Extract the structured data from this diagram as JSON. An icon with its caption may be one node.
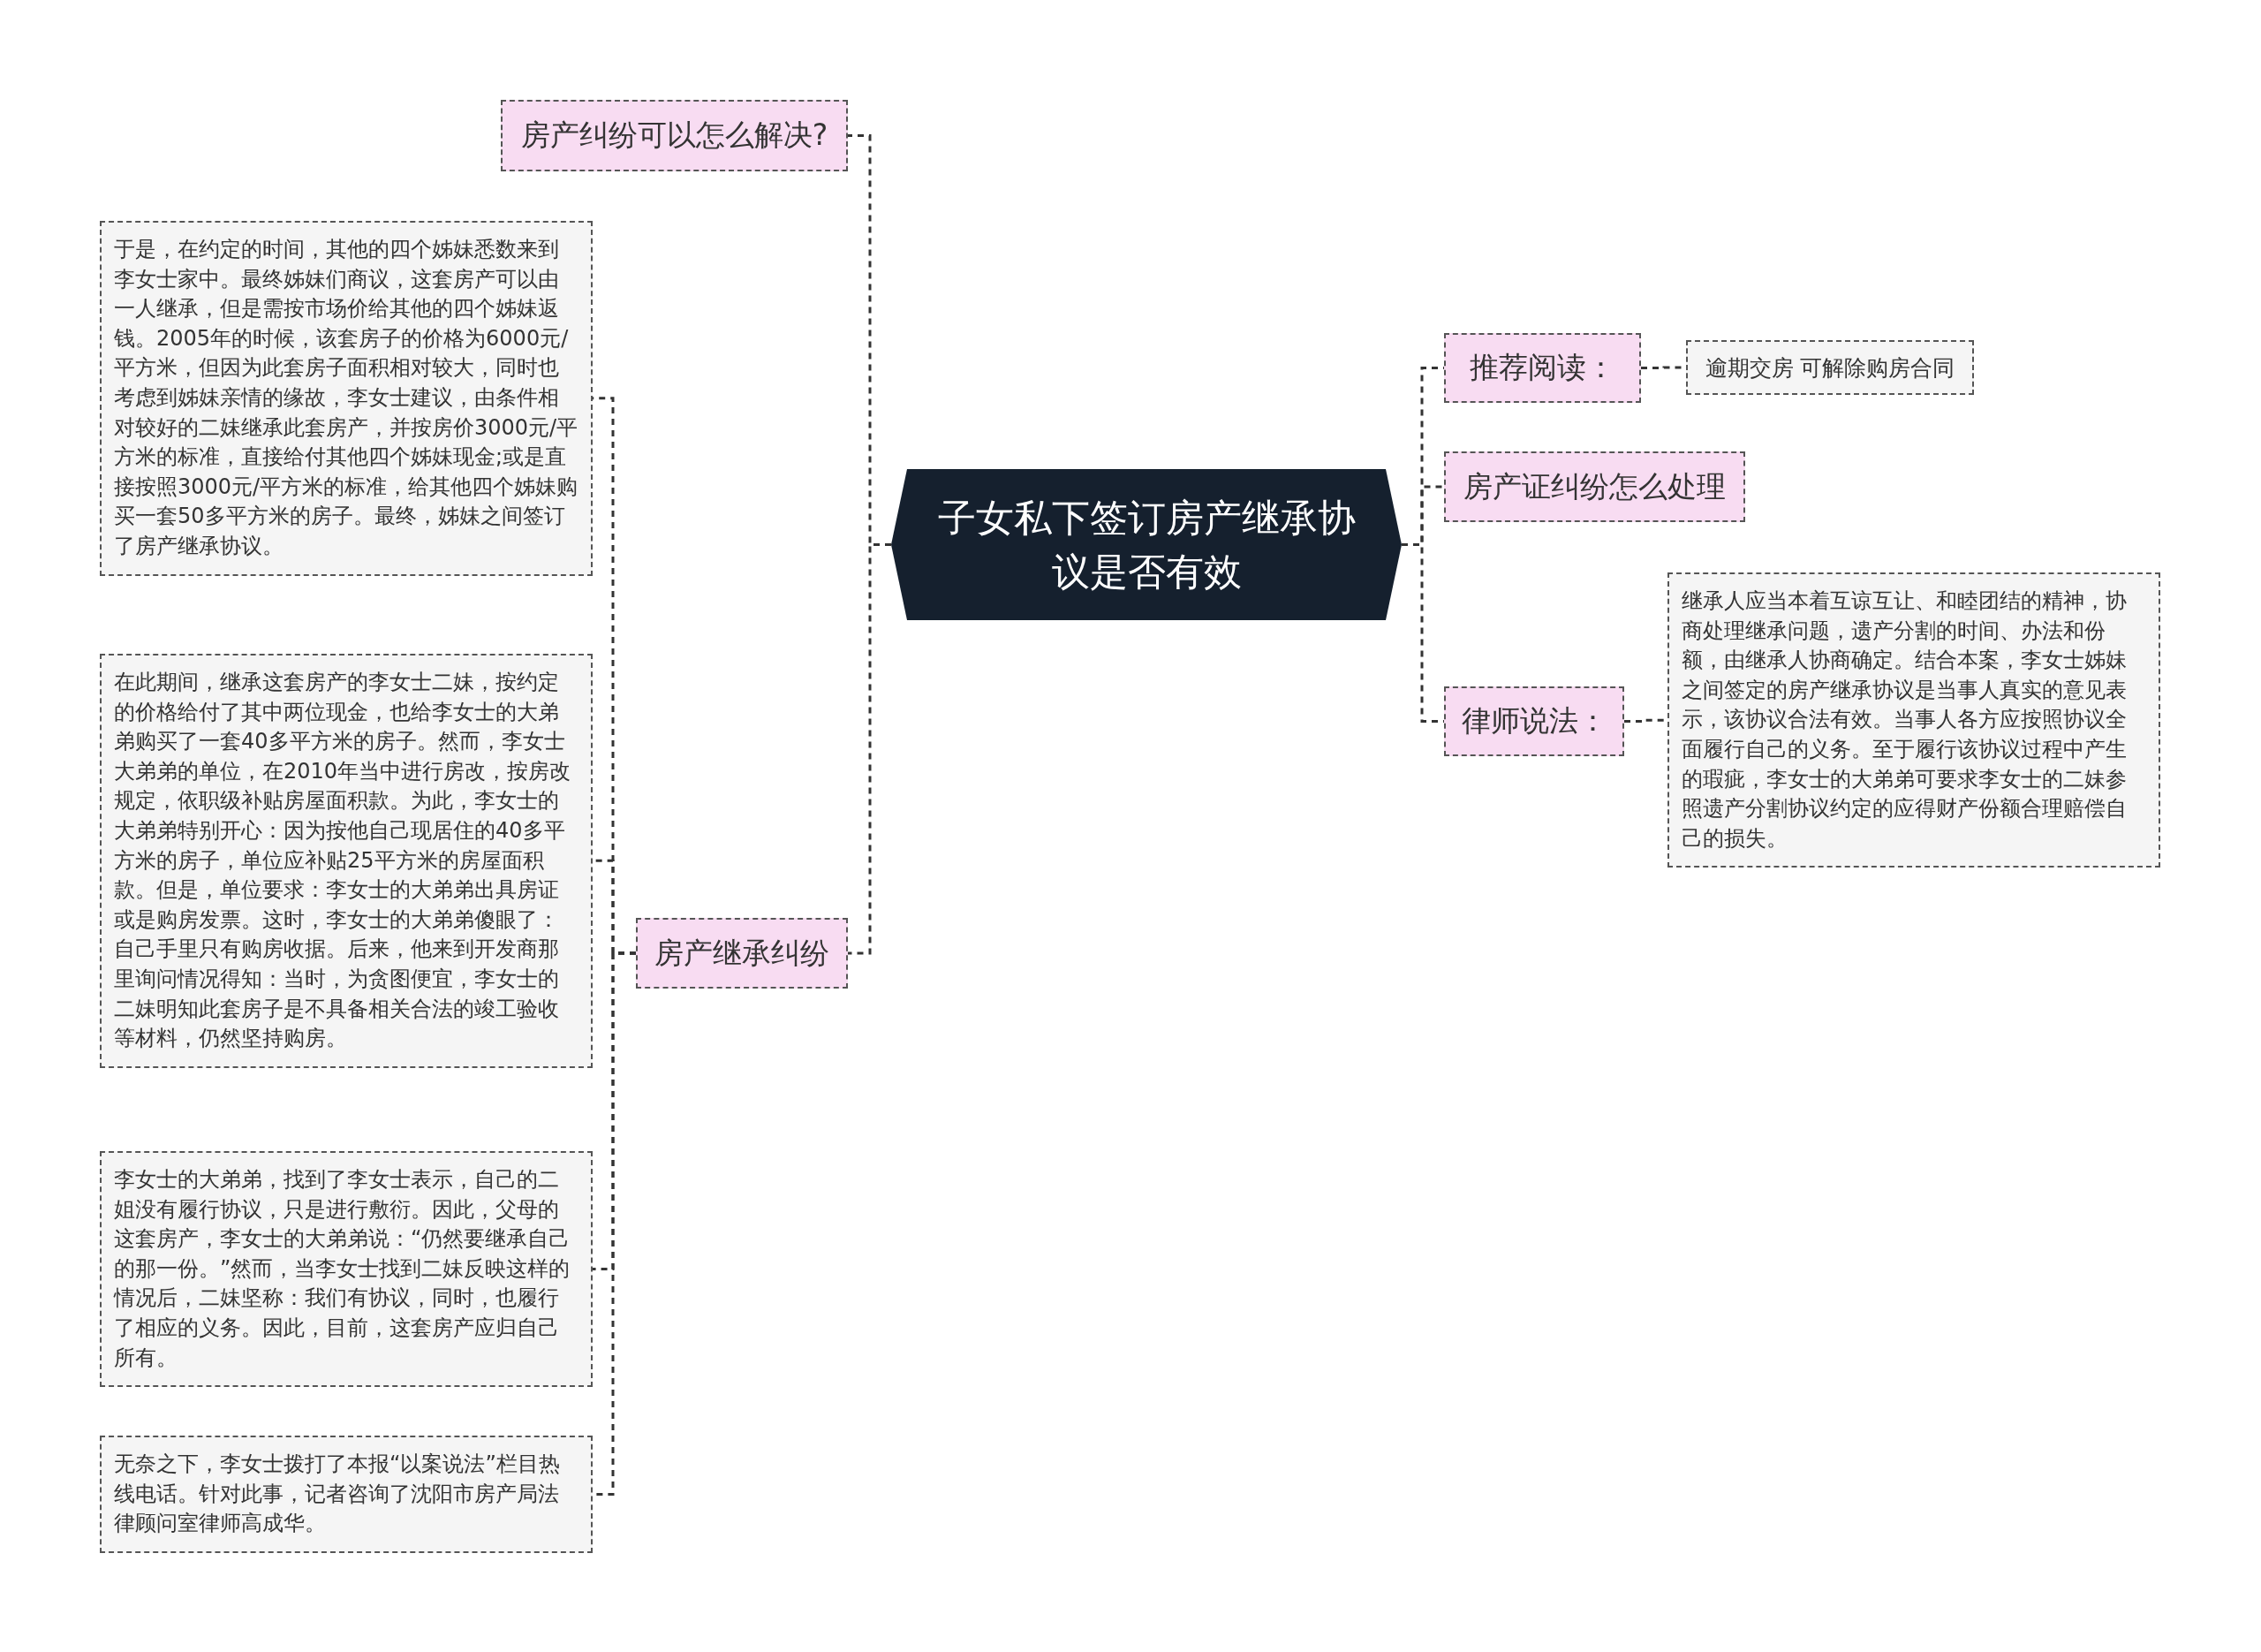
{
  "diagram": {
    "nodes": [
      {
        "text": [
          "子女私下签订房产继承协议是否有效"
        ]
      },
      {
        "text": [
          "房产纠纷可以怎么解决?"
        ]
      },
      {
        "text": [
          "房产继承纠纷"
        ]
      },
      {
        "text": [
          "于是，在约定的时间，其他的四个姊妹悉数来到李女士家中。最终姊妹们商议，这套房产可以由一人继承，但是需按市场价给其他的四个姊妹返钱。2005年的时候，该套房子的价格为6000元/平方米，但因为此套房子面积相对较大，同时也考虑到姊妹亲情的缘故，李女士建议，由条件相对较好的二妹继承此套房产，并按房价3000元/平方米的标准，直接给付其他四个姊妹现金;或是直接按照3000元/平方米的标准，给其他四个姊妹购买一套50多平方米的房子。最终，姊妹之间签订了房产继承协议。"
        ]
      },
      {
        "text": [
          "在此期间，继承这套房产的李女士二妹，按约定的价格给付了其中两位现金，也给李女士的大弟弟购买了一套40多平方米的房子。然而，李女士大弟弟的单位，在2010年当中进行房改，按房改规定，依职级补贴房屋面积款。为此，李女士的大弟弟特别开心：因为按他自己现居住的40多平方米的房子，单位应补贴25平方米的房屋面积款。但是，单位要求：李女士的大弟弟出具房证或是购房发票。这时，李女士的大弟弟傻眼了：自己手里只有购房收据。后来，他来到开发商那里询问情况得知：当时，为贪图便宜，李女士的二妹明知此套房子是不具备相关合法的竣工验收等材料，仍然坚持购房。"
        ]
      },
      {
        "text": [
          "李女士的大弟弟，找到了李女士表示，自己的二姐没有履行协议，只是进行敷衍。因此，父母的这套房产，李女士的大弟弟说：“仍然要继承自己的那一份。”然而，当李女士找到二妹反映这样的情况后，二妹坚称：我们有协议，同时，也履行了相应的义务。因此，目前，这套房产应归自己所有。"
        ]
      },
      {
        "text": [
          "无奈之下，李女士拨打了本报“以案说法”栏目热线电话。针对此事，记者咨询了沈阳市房产局法律顾问室律师高成华。"
        ]
      },
      {
        "text": [
          "推荐阅读："
        ]
      },
      {
        "text": [
          "逾期交房 可解除购房合同"
        ]
      },
      {
        "text": [
          "房产证纠纷怎么处理"
        ]
      },
      {
        "text": [
          "律师说法："
        ]
      },
      {
        "text": [
          "继承人应当本着互谅互让、和睦团结的精神，协商处理继承问题，遗产分割的时间、办法和份额，由继承人协商确定。结合本案，李女士姊妹之间签定的房产继承协议是当事人真实的意见表示，该协议合法有效。当事人各方应按照协议全面履行自己的义务。至于履行该协议过程中产生的瑕疵，李女士的大弟弟可要求李女士的二妹参照遗产分割协议约定的应得财产份额合理赔偿自己的损失。"
        ]
      }
    ],
    "edges": [
      {
        "from": 0,
        "to": 1,
        "arrow": "none"
      },
      {
        "from": 0,
        "to": 2,
        "arrow": "none"
      },
      {
        "from": 2,
        "to": 3,
        "arrow": "none"
      },
      {
        "from": 2,
        "to": 4,
        "arrow": "none"
      },
      {
        "from": 2,
        "to": 5,
        "arrow": "none"
      },
      {
        "from": 2,
        "to": 6,
        "arrow": "none"
      },
      {
        "from": 0,
        "to": 7,
        "arrow": "none"
      },
      {
        "from": 7,
        "to": 8,
        "arrow": "none"
      },
      {
        "from": 0,
        "to": 9,
        "arrow": "none"
      },
      {
        "from": 0,
        "to": 10,
        "arrow": "none"
      },
      {
        "from": 10,
        "to": 11,
        "arrow": "none"
      }
    ]
  }
}
